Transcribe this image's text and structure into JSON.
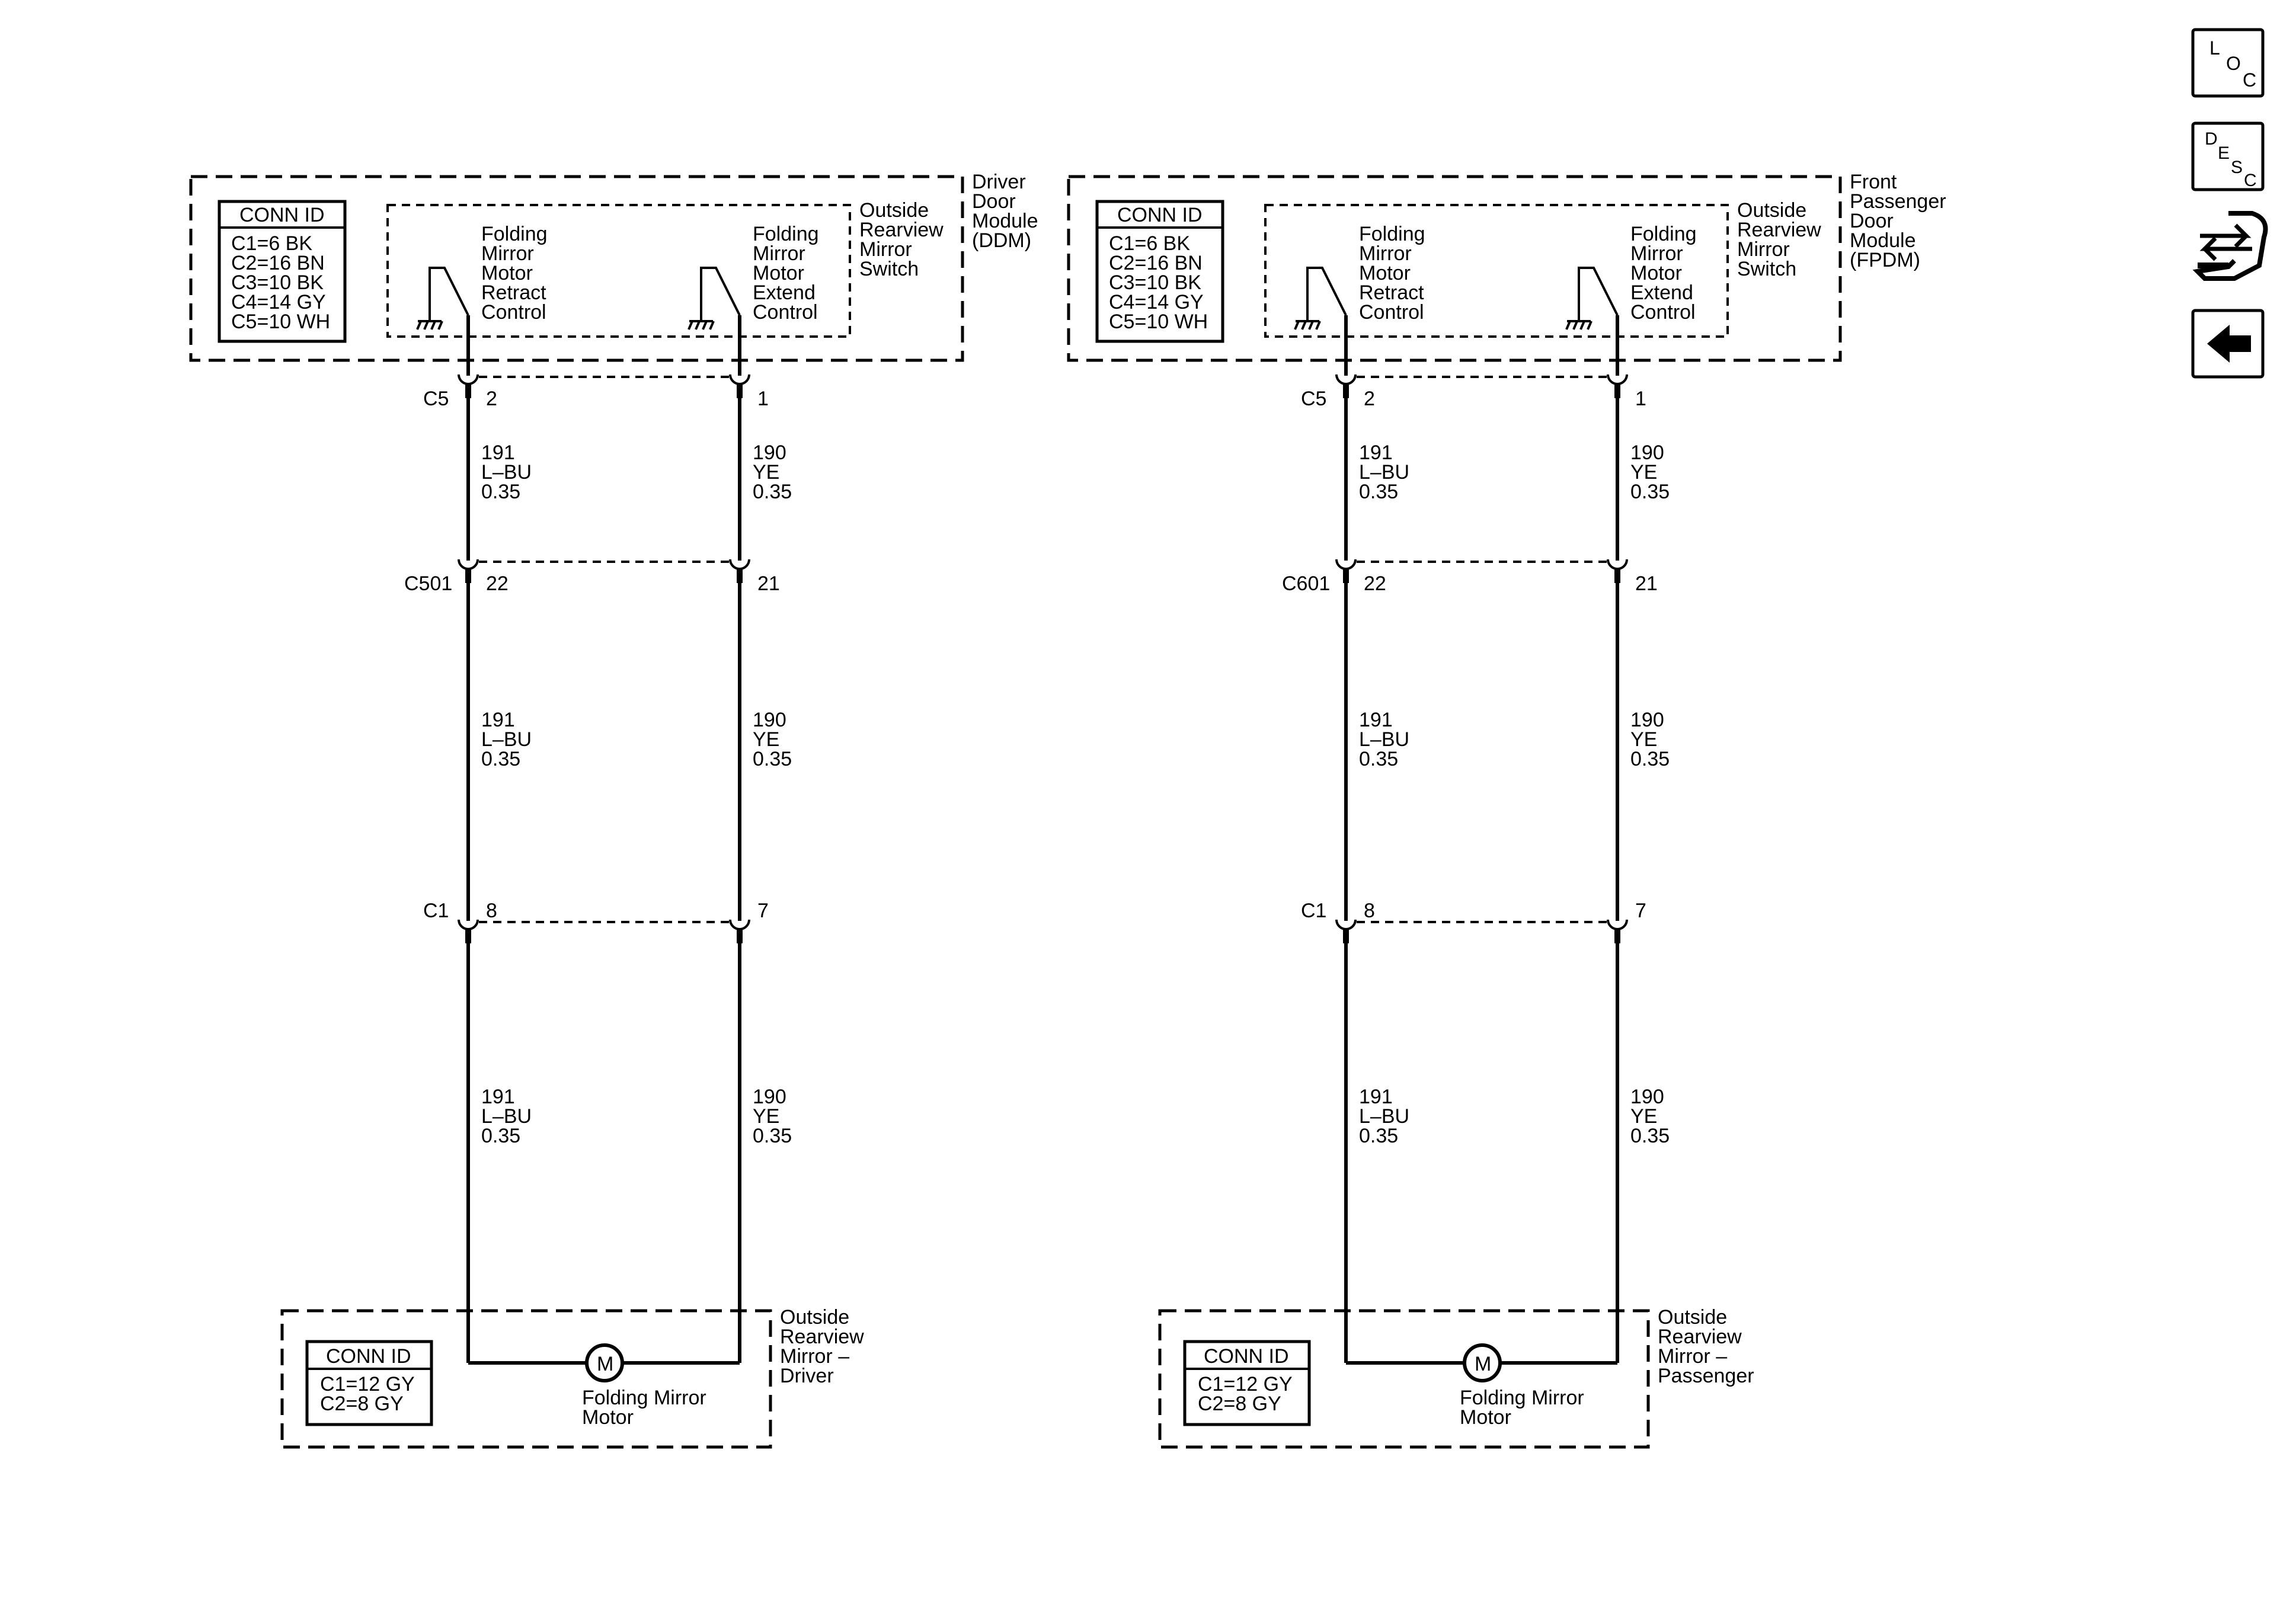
{
  "conn_id_title": "CONN ID",
  "driver": {
    "module_label": [
      "Driver",
      "Door",
      "Module",
      "(DDM)"
    ],
    "module_conn": [
      "C1=6 BK",
      "C2=16 BN",
      "C3=10 BK",
      "C4=14 GY",
      "C5=10 WH"
    ],
    "switch_label": [
      "Outside",
      "Rearview",
      "Mirror",
      "Switch"
    ],
    "retract_label": [
      "Folding",
      "Mirror",
      "Motor",
      "Retract",
      "Control"
    ],
    "extend_label": [
      "Folding",
      "Mirror",
      "Motor",
      "Extend",
      "Control"
    ],
    "connectors": [
      {
        "id": "C5",
        "left_pin": "2",
        "right_pin": "1"
      },
      {
        "id": "C501",
        "left_pin": "22",
        "right_pin": "21"
      },
      {
        "id": "C1",
        "left_pin": "8",
        "right_pin": "7"
      }
    ],
    "mirror_label": [
      "Outside",
      "Rearview",
      "Mirror –",
      "Driver"
    ],
    "mirror_conn": [
      "C1=12 GY",
      "C2=8 GY"
    ],
    "motor_symbol": "M",
    "motor_label": [
      "Folding Mirror",
      "Motor"
    ]
  },
  "passenger": {
    "module_label": [
      "Front",
      "Passenger",
      "Door",
      "Module",
      "(FPDM)"
    ],
    "module_conn": [
      "C1=6 BK",
      "C2=16 BN",
      "C3=10 BK",
      "C4=14 GY",
      "C5=10 WH"
    ],
    "switch_label": [
      "Outside",
      "Rearview",
      "Mirror",
      "Switch"
    ],
    "retract_label": [
      "Folding",
      "Mirror",
      "Motor",
      "Retract",
      "Control"
    ],
    "extend_label": [
      "Folding",
      "Mirror",
      "Motor",
      "Extend",
      "Control"
    ],
    "connectors": [
      {
        "id": "C5",
        "left_pin": "2",
        "right_pin": "1"
      },
      {
        "id": "C601",
        "left_pin": "22",
        "right_pin": "21"
      },
      {
        "id": "C1",
        "left_pin": "8",
        "right_pin": "7"
      }
    ],
    "mirror_label": [
      "Outside",
      "Rearview",
      "Mirror –",
      "Passenger"
    ],
    "mirror_conn": [
      "C1=12 GY",
      "C2=8 GY"
    ],
    "motor_symbol": "M",
    "motor_label": [
      "Folding Mirror",
      "Motor"
    ]
  },
  "wires": {
    "left": [
      "191",
      "L–BU",
      "0.35"
    ],
    "right": [
      "190",
      "YE",
      "0.35"
    ]
  },
  "nav": {
    "loc": [
      "L",
      "O",
      "C"
    ],
    "desc": [
      "D",
      "E",
      "S",
      "C"
    ],
    "icons": [
      "connector-swap-icon",
      "back-arrow-icon"
    ]
  }
}
